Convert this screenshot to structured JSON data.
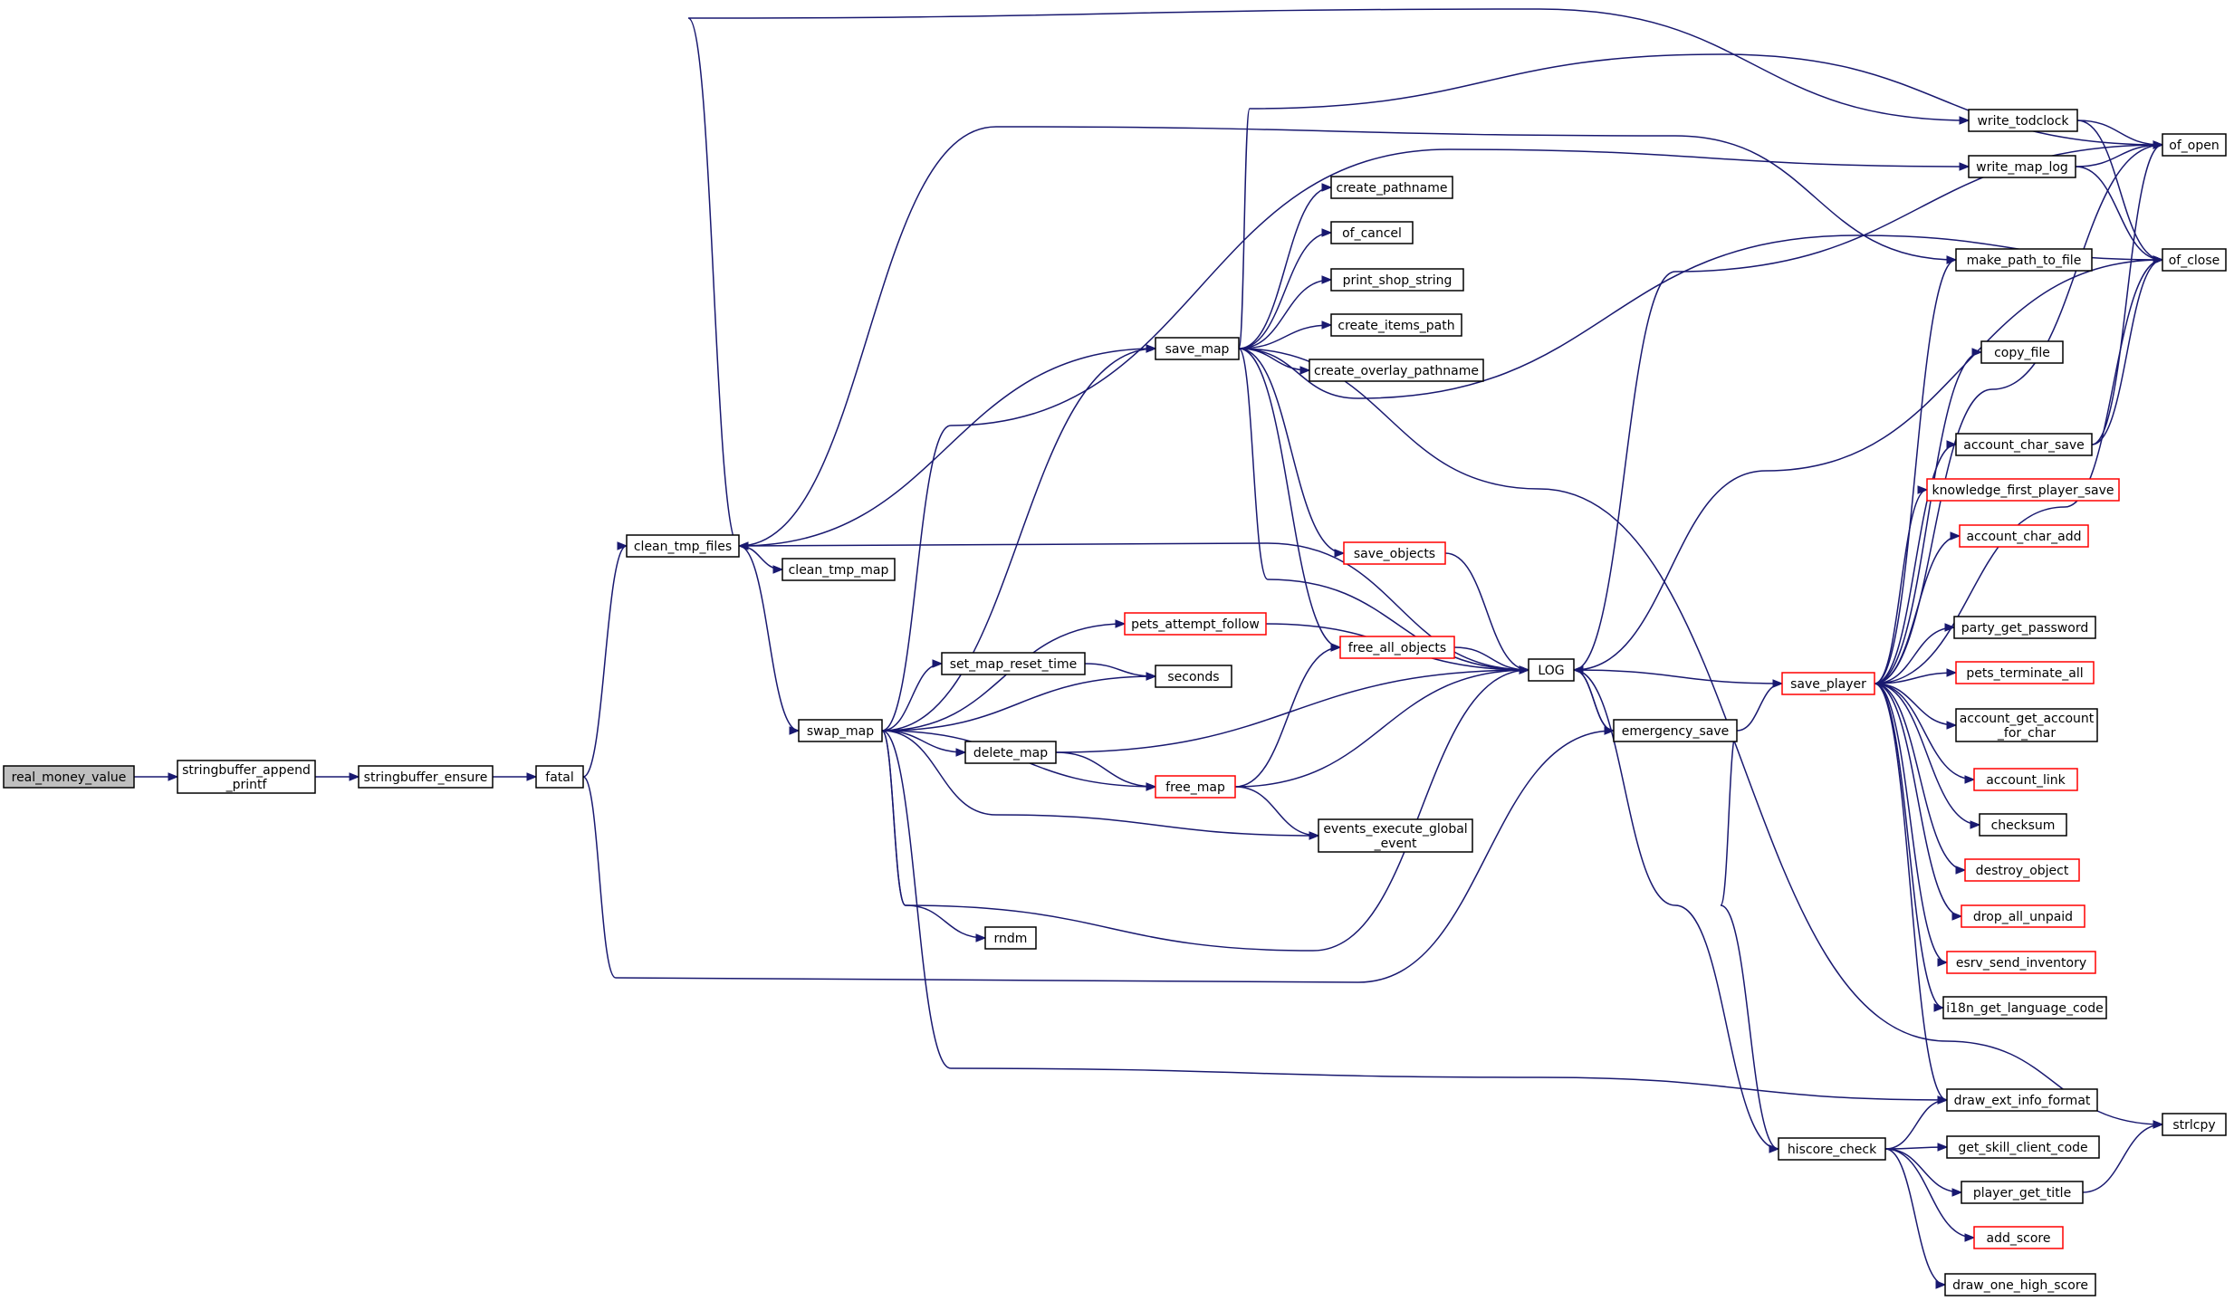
{
  "diagram": {
    "type": "call-graph",
    "colors": {
      "edge": "#191970",
      "node_border": "#000000",
      "truncated_border": "#ff0000",
      "root_fill": "#bfbfbf",
      "node_fill": "#ffffff"
    },
    "nodes": [
      {
        "id": "real_money_value",
        "lines": [
          "real_money_value"
        ],
        "root": true
      },
      {
        "id": "stringbuffer_append_printf",
        "lines": [
          "stringbuffer_append",
          "_printf"
        ]
      },
      {
        "id": "stringbuffer_ensure",
        "lines": [
          "stringbuffer_ensure"
        ]
      },
      {
        "id": "fatal",
        "lines": [
          "fatal"
        ]
      },
      {
        "id": "clean_tmp_files",
        "lines": [
          "clean_tmp_files"
        ]
      },
      {
        "id": "clean_tmp_map",
        "lines": [
          "clean_tmp_map"
        ]
      },
      {
        "id": "swap_map",
        "lines": [
          "swap_map"
        ]
      },
      {
        "id": "save_map",
        "lines": [
          "save_map"
        ]
      },
      {
        "id": "create_pathname",
        "lines": [
          "create_pathname"
        ]
      },
      {
        "id": "of_cancel",
        "lines": [
          "of_cancel"
        ]
      },
      {
        "id": "print_shop_string",
        "lines": [
          "print_shop_string"
        ]
      },
      {
        "id": "create_items_path",
        "lines": [
          "create_items_path"
        ]
      },
      {
        "id": "create_overlay_pathname",
        "lines": [
          "create_overlay_pathname"
        ]
      },
      {
        "id": "save_objects",
        "lines": [
          "save_objects"
        ],
        "truncated": true
      },
      {
        "id": "free_all_objects",
        "lines": [
          "free_all_objects"
        ],
        "truncated": true
      },
      {
        "id": "pets_attempt_follow",
        "lines": [
          "pets_attempt_follow"
        ],
        "truncated": true
      },
      {
        "id": "set_map_reset_time",
        "lines": [
          "set_map_reset_time"
        ]
      },
      {
        "id": "seconds",
        "lines": [
          "seconds"
        ]
      },
      {
        "id": "delete_map",
        "lines": [
          "delete_map"
        ]
      },
      {
        "id": "free_map",
        "lines": [
          "free_map"
        ],
        "truncated": true
      },
      {
        "id": "events_execute_global_event",
        "lines": [
          "events_execute_global",
          "_event"
        ]
      },
      {
        "id": "rndm",
        "lines": [
          "rndm"
        ]
      },
      {
        "id": "LOG",
        "lines": [
          "LOG"
        ]
      },
      {
        "id": "emergency_save",
        "lines": [
          "emergency_save"
        ]
      },
      {
        "id": "save_player",
        "lines": [
          "save_player"
        ],
        "truncated": true
      },
      {
        "id": "hiscore_check",
        "lines": [
          "hiscore_check"
        ]
      },
      {
        "id": "write_todclock",
        "lines": [
          "write_todclock"
        ]
      },
      {
        "id": "write_map_log",
        "lines": [
          "write_map_log"
        ]
      },
      {
        "id": "make_path_to_file",
        "lines": [
          "make_path_to_file"
        ]
      },
      {
        "id": "copy_file",
        "lines": [
          "copy_file"
        ]
      },
      {
        "id": "account_char_save",
        "lines": [
          "account_char_save"
        ]
      },
      {
        "id": "knowledge_first_player_save",
        "lines": [
          "knowledge_first_player_save"
        ],
        "truncated": true
      },
      {
        "id": "account_char_add",
        "lines": [
          "account_char_add"
        ],
        "truncated": true
      },
      {
        "id": "party_get_password",
        "lines": [
          "party_get_password"
        ]
      },
      {
        "id": "pets_terminate_all",
        "lines": [
          "pets_terminate_all"
        ],
        "truncated": true
      },
      {
        "id": "account_get_account_for_char",
        "lines": [
          "account_get_account",
          "_for_char"
        ]
      },
      {
        "id": "account_link",
        "lines": [
          "account_link"
        ],
        "truncated": true
      },
      {
        "id": "checksum",
        "lines": [
          "checksum"
        ]
      },
      {
        "id": "destroy_object",
        "lines": [
          "destroy_object"
        ],
        "truncated": true
      },
      {
        "id": "drop_all_unpaid",
        "lines": [
          "drop_all_unpaid"
        ],
        "truncated": true
      },
      {
        "id": "esrv_send_inventory",
        "lines": [
          "esrv_send_inventory"
        ],
        "truncated": true
      },
      {
        "id": "i18n_get_language_code",
        "lines": [
          "i18n_get_language_code"
        ]
      },
      {
        "id": "draw_ext_info_format",
        "lines": [
          "draw_ext_info_format"
        ]
      },
      {
        "id": "get_skill_client_code",
        "lines": [
          "get_skill_client_code"
        ]
      },
      {
        "id": "player_get_title",
        "lines": [
          "player_get_title"
        ]
      },
      {
        "id": "add_score",
        "lines": [
          "add_score"
        ],
        "truncated": true
      },
      {
        "id": "draw_one_high_score",
        "lines": [
          "draw_one_high_score"
        ]
      },
      {
        "id": "of_open",
        "lines": [
          "of_open"
        ]
      },
      {
        "id": "of_close",
        "lines": [
          "of_close"
        ]
      },
      {
        "id": "strlcpy",
        "lines": [
          "strlcpy"
        ]
      }
    ],
    "edges": [
      [
        "real_money_value",
        "stringbuffer_append_printf"
      ],
      [
        "stringbuffer_append_printf",
        "stringbuffer_ensure"
      ],
      [
        "stringbuffer_ensure",
        "fatal"
      ],
      [
        "fatal",
        "clean_tmp_files"
      ],
      [
        "fatal",
        "emergency_save"
      ],
      [
        "clean_tmp_files",
        "clean_tmp_map"
      ],
      [
        "clean_tmp_files",
        "swap_map"
      ],
      [
        "clean_tmp_files",
        "save_map"
      ],
      [
        "clean_tmp_files",
        "write_todclock"
      ],
      [
        "clean_tmp_files",
        "make_path_to_file"
      ],
      [
        "swap_map",
        "save_map"
      ],
      [
        "swap_map",
        "write_map_log"
      ],
      [
        "swap_map",
        "pets_attempt_follow"
      ],
      [
        "swap_map",
        "set_map_reset_time"
      ],
      [
        "swap_map",
        "seconds"
      ],
      [
        "swap_map",
        "delete_map"
      ],
      [
        "swap_map",
        "free_map"
      ],
      [
        "swap_map",
        "events_execute_global_event"
      ],
      [
        "swap_map",
        "rndm"
      ],
      [
        "swap_map",
        "LOG"
      ],
      [
        "swap_map",
        "draw_ext_info_format"
      ],
      [
        "save_map",
        "of_open"
      ],
      [
        "save_map",
        "create_pathname"
      ],
      [
        "save_map",
        "of_cancel"
      ],
      [
        "save_map",
        "print_shop_string"
      ],
      [
        "save_map",
        "create_items_path"
      ],
      [
        "save_map",
        "create_overlay_pathname"
      ],
      [
        "save_map",
        "of_close"
      ],
      [
        "save_map",
        "save_objects"
      ],
      [
        "save_map",
        "free_all_objects"
      ],
      [
        "save_map",
        "LOG"
      ],
      [
        "save_map",
        "strlcpy"
      ],
      [
        "save_objects",
        "LOG"
      ],
      [
        "free_all_objects",
        "LOG"
      ],
      [
        "pets_attempt_follow",
        "LOG"
      ],
      [
        "set_map_reset_time",
        "seconds"
      ],
      [
        "delete_map",
        "free_map"
      ],
      [
        "delete_map",
        "LOG"
      ],
      [
        "free_map",
        "free_all_objects"
      ],
      [
        "free_map",
        "LOG"
      ],
      [
        "free_map",
        "events_execute_global_event"
      ],
      [
        "LOG",
        "clean_tmp_files"
      ],
      [
        "LOG",
        "emergency_save"
      ],
      [
        "LOG",
        "of_open"
      ],
      [
        "LOG",
        "of_close"
      ],
      [
        "emergency_save",
        "save_player"
      ],
      [
        "emergency_save",
        "hiscore_check"
      ],
      [
        "emergency_save",
        "LOG"
      ],
      [
        "save_player",
        "LOG"
      ],
      [
        "save_player",
        "make_path_to_file"
      ],
      [
        "save_player",
        "copy_file"
      ],
      [
        "save_player",
        "account_char_save"
      ],
      [
        "save_player",
        "knowledge_first_player_save"
      ],
      [
        "save_player",
        "account_char_add"
      ],
      [
        "save_player",
        "party_get_password"
      ],
      [
        "save_player",
        "pets_terminate_all"
      ],
      [
        "save_player",
        "account_get_account_for_char"
      ],
      [
        "save_player",
        "account_link"
      ],
      [
        "save_player",
        "checksum"
      ],
      [
        "save_player",
        "destroy_object"
      ],
      [
        "save_player",
        "drop_all_unpaid"
      ],
      [
        "save_player",
        "esrv_send_inventory"
      ],
      [
        "save_player",
        "i18n_get_language_code"
      ],
      [
        "save_player",
        "draw_ext_info_format"
      ],
      [
        "save_player",
        "of_open"
      ],
      [
        "save_player",
        "of_close"
      ],
      [
        "hiscore_check",
        "LOG"
      ],
      [
        "hiscore_check",
        "draw_ext_info_format"
      ],
      [
        "hiscore_check",
        "get_skill_client_code"
      ],
      [
        "hiscore_check",
        "player_get_title"
      ],
      [
        "hiscore_check",
        "add_score"
      ],
      [
        "hiscore_check",
        "draw_one_high_score"
      ],
      [
        "player_get_title",
        "strlcpy"
      ],
      [
        "write_todclock",
        "of_open"
      ],
      [
        "write_todclock",
        "of_close"
      ],
      [
        "write_map_log",
        "of_open"
      ],
      [
        "write_map_log",
        "of_close"
      ],
      [
        "account_char_save",
        "of_open"
      ],
      [
        "account_char_save",
        "of_close"
      ]
    ]
  }
}
